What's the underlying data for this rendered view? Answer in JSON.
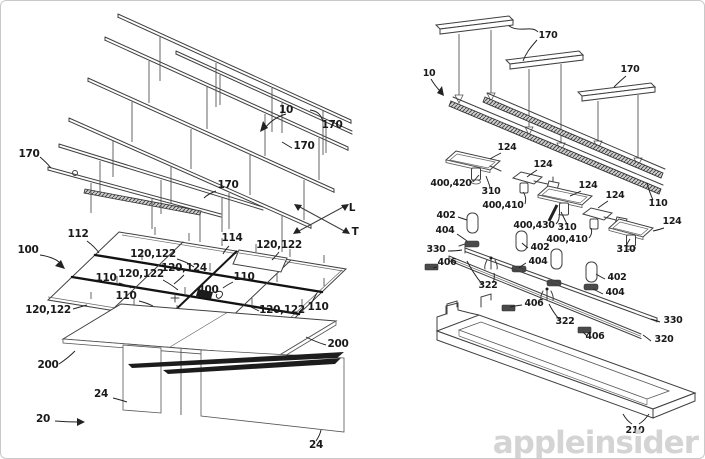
{
  "page": {
    "background": "#ffffff",
    "border_color": "#c9c9c9",
    "line_color": "#3f3f3f",
    "bold_line_color": "#121212",
    "label_color": "#1a1a1a"
  },
  "watermark": {
    "text": "appleinsider",
    "color": "#d4d4d4"
  },
  "figures": {
    "left": {
      "description": "exploded-view-suspended-ceiling-grid-system",
      "axis": {
        "l": "L",
        "t": "T"
      },
      "labels": [
        {
          "text": "170"
        },
        {
          "text": "10"
        },
        {
          "text": "170"
        },
        {
          "text": "170"
        },
        {
          "text": "170"
        },
        {
          "text": "L"
        },
        {
          "text": "T"
        },
        {
          "text": "100"
        },
        {
          "text": "112"
        },
        {
          "text": "114"
        },
        {
          "text": "120,122"
        },
        {
          "text": "120,122"
        },
        {
          "text": "120,122"
        },
        {
          "text": "120,124"
        },
        {
          "text": "110"
        },
        {
          "text": "110"
        },
        {
          "text": "110"
        },
        {
          "text": "400"
        },
        {
          "text": "120,122"
        },
        {
          "text": "120,122"
        },
        {
          "text": "110"
        },
        {
          "text": "200"
        },
        {
          "text": "200"
        },
        {
          "text": "24"
        },
        {
          "text": "20"
        },
        {
          "text": "24"
        }
      ]
    },
    "right": {
      "description": "exploded-view-suspended-lighting-track-assembly",
      "labels": [
        {
          "text": "10"
        },
        {
          "text": "170"
        },
        {
          "text": "170"
        },
        {
          "text": "124"
        },
        {
          "text": "124"
        },
        {
          "text": "400,420"
        },
        {
          "text": "310"
        },
        {
          "text": "124"
        },
        {
          "text": "124"
        },
        {
          "text": "110"
        },
        {
          "text": "400,410"
        },
        {
          "text": "402"
        },
        {
          "text": "400,430"
        },
        {
          "text": "310"
        },
        {
          "text": "404"
        },
        {
          "text": "400,410"
        },
        {
          "text": "124"
        },
        {
          "text": "330"
        },
        {
          "text": "402"
        },
        {
          "text": "310"
        },
        {
          "text": "406"
        },
        {
          "text": "404"
        },
        {
          "text": "322"
        },
        {
          "text": "402"
        },
        {
          "text": "404"
        },
        {
          "text": "406"
        },
        {
          "text": "322"
        },
        {
          "text": "330"
        },
        {
          "text": "406"
        },
        {
          "text": "320"
        },
        {
          "text": "210"
        }
      ]
    }
  }
}
